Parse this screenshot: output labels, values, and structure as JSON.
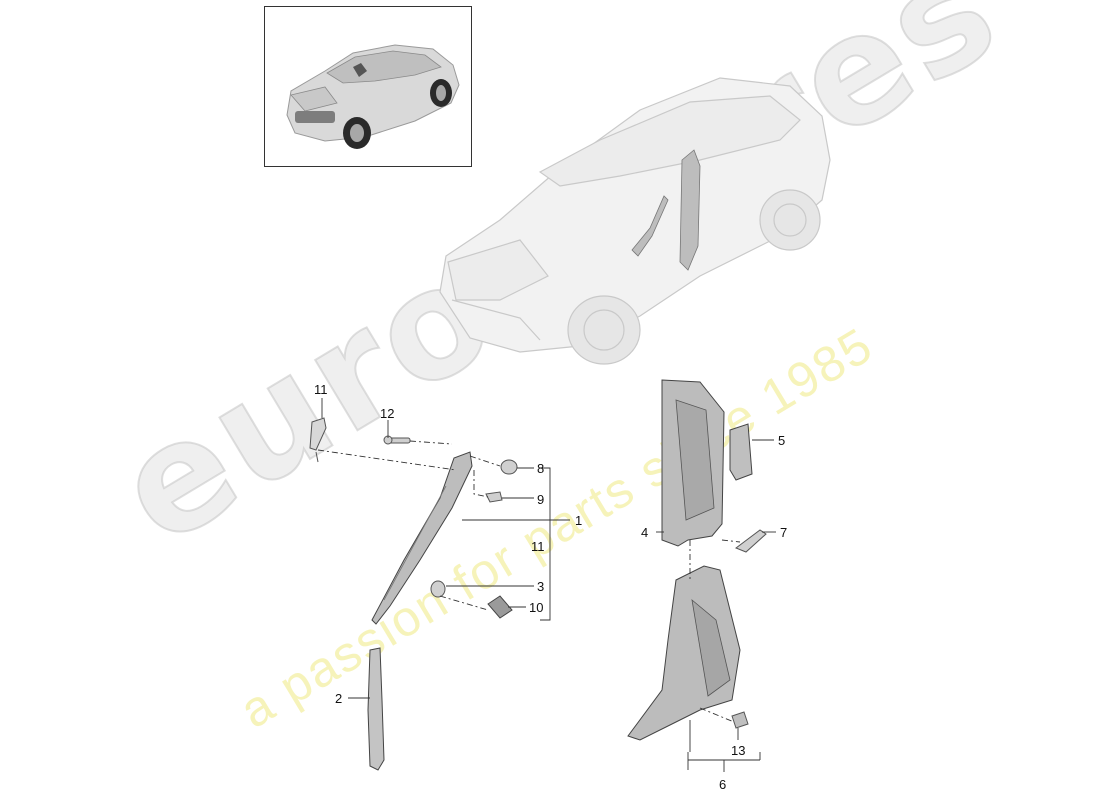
{
  "watermark": {
    "brand": "eurospares",
    "tagline": "a passion for parts since 1985"
  },
  "callouts": {
    "c1": "1",
    "c2": "2",
    "c3": "3",
    "c4": "4",
    "c5": "5",
    "c6": "6",
    "c7": "7",
    "c8": "8",
    "c9": "9",
    "c10": "10",
    "c11_top": "11",
    "c11_bracket": "11",
    "c12": "12",
    "c13": "13"
  }
}
